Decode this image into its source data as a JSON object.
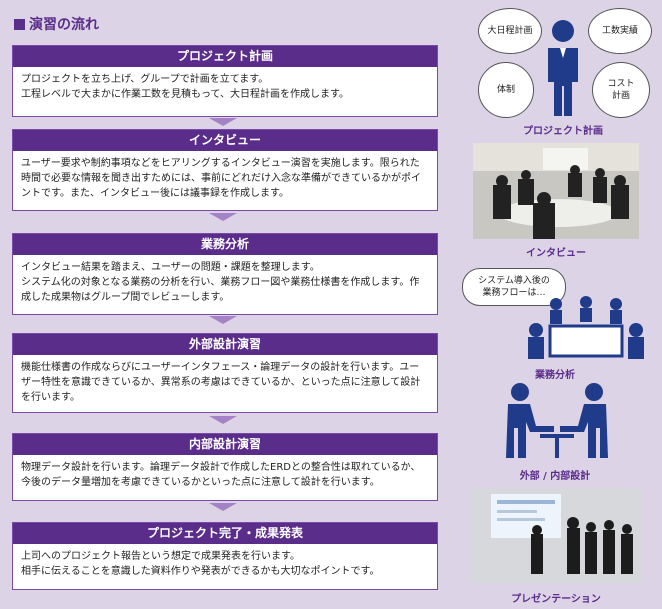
{
  "heading": "演習の流れ",
  "steps": [
    {
      "title": "プロジェクト計画",
      "text": "プロジェクトを立ち上げ、グループで計画を立てます。\n工程レベルで大まかに作業工数を見積もって、大日程計画を作成します。"
    },
    {
      "title": "インタビュー",
      "text": "ユーザー要求や制約事項などをヒアリングするインタビュー演習を実施します。限られた時間で必要な情報を聞き出すためには、事前にどれだけ入念な準備ができているかがポイントです。また、インタビュー後には議事録を作成します。"
    },
    {
      "title": "業務分析",
      "text": "インタビュー結果を踏まえ、ユーザーの問題・課題を整理します。\nシステム化の対象となる業務の分析を行い、業務フロー図や業務仕様書を作成します。作成した成果物はグループ間でレビューします。"
    },
    {
      "title": "外部設計演習",
      "text": "機能仕様書の作成ならびにユーザーインタフェース・論理データの設計を行います。ユーザー特性を意識できているか、異常系の考慮はできているか、といった点に注意して設計を行います。"
    },
    {
      "title": "内部設計演習",
      "text": "物理データ設計を行います。論理データ設計で作成したERDとの整合性は取れているか、今後のデータ量増加を考慮できているかといった点に注意して設計を行います。"
    },
    {
      "title": "プロジェクト完了・成果発表",
      "text": "上司へのプロジェクト報告という想定で成果発表を行います。\n相手に伝えることを意識した資料作りや発表ができるかも大切なポイントです。"
    }
  ],
  "side": {
    "bubbles": [
      "大日程計画",
      "工数実績",
      "体制",
      "コスト\n計画"
    ],
    "captions": [
      "プロジェクト計画",
      "インタビュー",
      "業務分析",
      "外部 / 内部設計",
      "プレゼンテーション"
    ],
    "speech": "システム導入後の\n業務フローは…"
  },
  "colors": {
    "accent": "#5b2d8a",
    "background": "#ddd3e6",
    "icon": "#1f3b8a"
  }
}
